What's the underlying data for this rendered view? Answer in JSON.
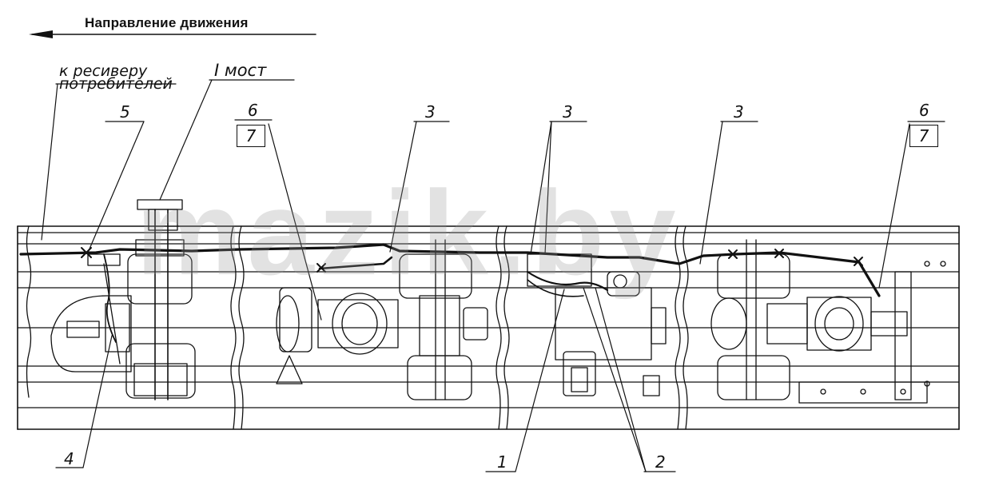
{
  "header": {
    "direction_label": "Направление движения"
  },
  "labels": {
    "receiver_line1": "к ресиверу",
    "receiver_line2": "потребителей",
    "first_axle": "I мост"
  },
  "callouts": {
    "c1": "1",
    "c2": "2",
    "c3a": "3",
    "c3b": "3",
    "c3c": "3",
    "c4": "4",
    "c5": "5",
    "c6a": "6",
    "c6b": "6",
    "c7a": "7",
    "c7b": "7"
  },
  "watermark": "mazik.by",
  "colors": {
    "ink": "#111111",
    "watermark": "#9a9a9a"
  }
}
